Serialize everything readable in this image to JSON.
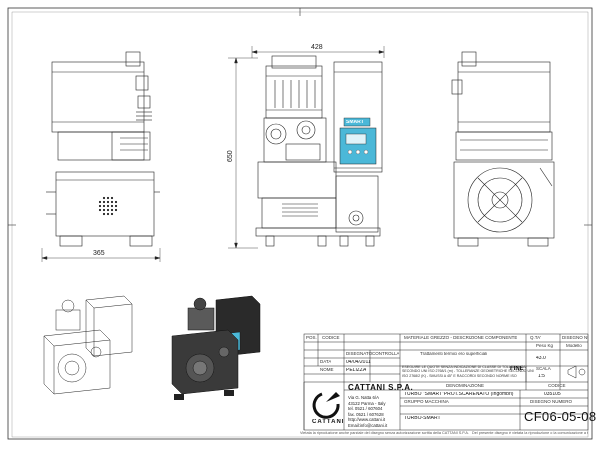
{
  "dimensions": {
    "width": "428",
    "height": "650",
    "depth": "365"
  },
  "title_block": {
    "hdr_pos": "POS.",
    "hdr_code": "CODICE",
    "hdr_material": "MATERIALE GREZZO - DESCRIZIONE COMPONENTE",
    "hdr_qty": "Q.TA'",
    "hdr_drawing_number": "DISEGNO NUMERO",
    "lbl_drawn": "DISEGNATO",
    "lbl_checked": "CONTROLLATO",
    "lbl_treatment": "Trattamenti termici e/o superficiali",
    "lbl_date": "DATA",
    "date": "04/04/2011",
    "lbl_name": "NOME",
    "name": "PELIZZA",
    "lbl_tolerance_note": "ESEGUIRE LE QUOTE SENZA INDICAZIONE DI CLASSE DI TOLLERANZA SECONDO UNI ISO 2768/1 (m) - TOLLERANZE GEOMETRICHE SECONDO UNI ISO 2768/2 (K) - SMUSSI A 45° E RACCORDI SECONDO NORME ISO",
    "tolerance_class": "FINE",
    "lbl_weight": "Peso Kg",
    "weight": "43.0",
    "lbl_model": "Modello",
    "lbl_scale": "SCALA",
    "scale": "1:5",
    "lbl_description": "DENOMINAZIONE",
    "description": "TURBO \"SMART\"PROT.SCARENATO (Ingombri)",
    "lbl_code": "CODICE",
    "code": "035105",
    "lbl_group": "GRUPPO  MACCHINA",
    "group": "TURBO-SMART",
    "lbl_drawing_no": "DISEGNO NUMERO",
    "drawing_no": "CF06-05-08"
  },
  "company": {
    "name": "CATTANI S.P.A.",
    "address_1": "Via G. Natta 6/A",
    "address_2": "43122 Parma - Italy",
    "phone": "tel. 0521 / 607604",
    "fax": "fax. 0521 / 607628",
    "web": "http://www.cattani.it",
    "email": "Email:info@cattani.it",
    "logo_text": "CATTANI"
  },
  "machine_panel_label": "SMART",
  "footer": {
    "left": "Vietata la riproduzione anche parziale del disegno senza autorizzazione scritta della CATTANI S.P.A.",
    "right": "Del presente disegno è vietata la riproduzione o la comunicazione a terzi senza autorizzazione"
  },
  "colors": {
    "line": "#222222",
    "panel_blue": "#4bb8d8",
    "render_dark": "#2a2a2a"
  }
}
